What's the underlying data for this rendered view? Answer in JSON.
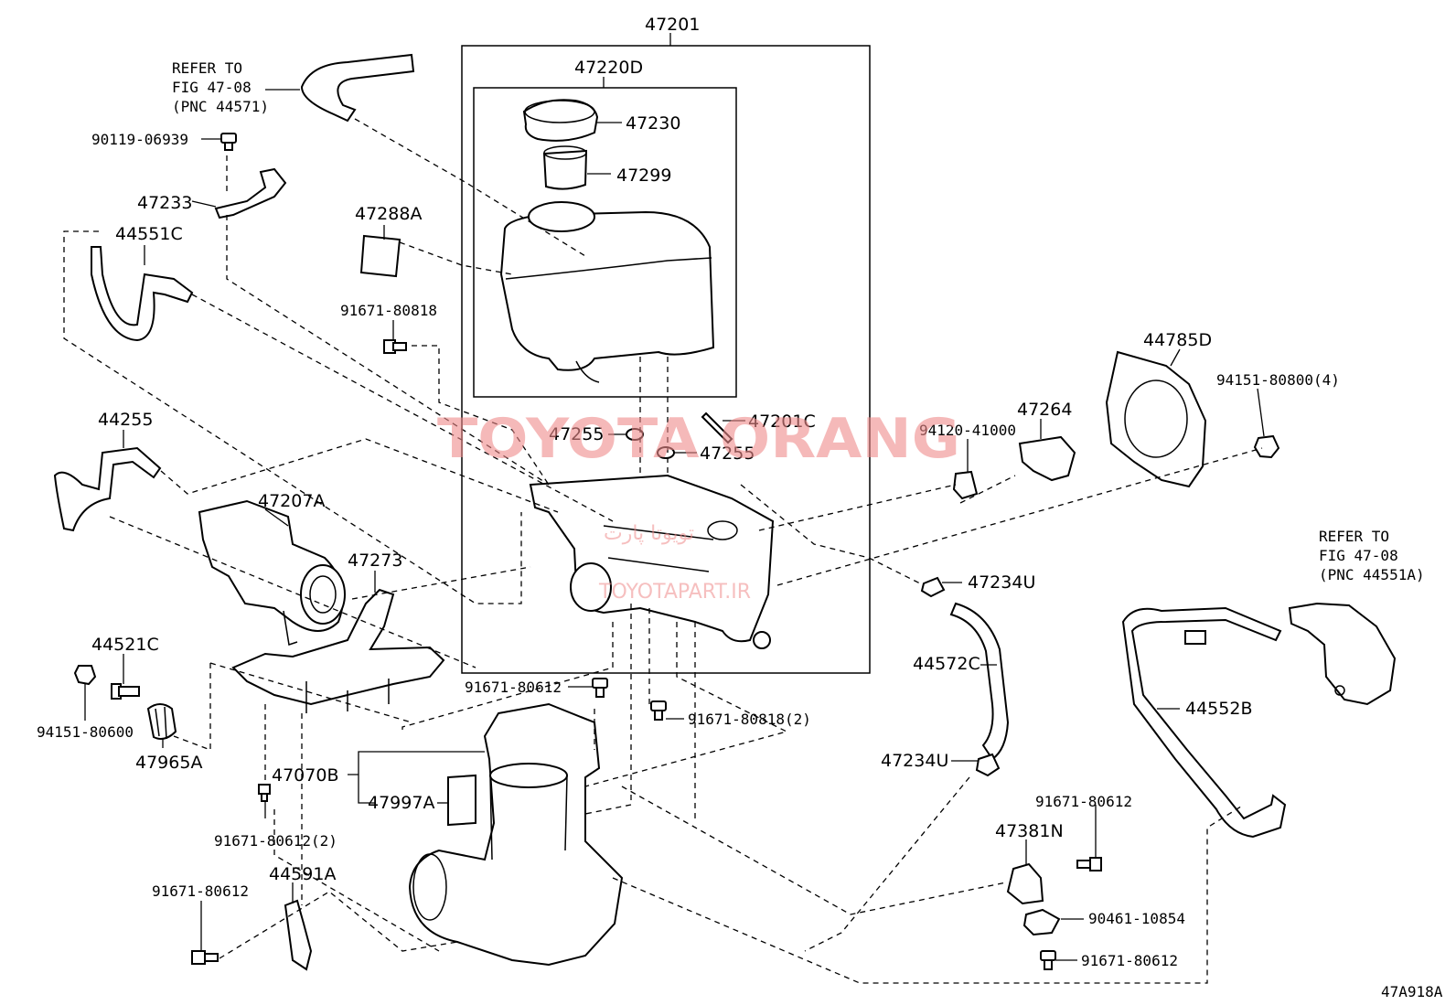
{
  "labels": {
    "l47201": "47201",
    "l47220D": "47220D",
    "l47230": "47230",
    "l47299": "47299",
    "l47288A": "47288A",
    "l91671_80818_top": "91671-80818",
    "l47255_a": "47255",
    "l47255_b": "47255",
    "l47201C": "47201C",
    "refer1_line1": "REFER TO",
    "refer1_line2": "FIG 47-08",
    "refer1_line3": "(PNC 44571)",
    "l90119": "90119-06939",
    "l47233": "47233",
    "l44551C": "44551C",
    "l44255": "44255",
    "l47207A": "47207A",
    "l47273": "47273",
    "l44521C": "44521C",
    "l94151_80600": "94151-80600",
    "l47965A": "47965A",
    "l47070B": "47070B",
    "l47997A": "47997A",
    "l91671_80612_2": "91671-80612(2)",
    "l91671_80612_mid": "91671-80612",
    "l91671_80818_2": "91671-80818(2)",
    "l91671_80612_bl": "91671-80612",
    "l44591A": "44591A",
    "l44785D": "44785D",
    "l94151_80800": "94151-80800(4)",
    "l47264": "47264",
    "l94120": "94120-41000",
    "l47234U_a": "47234U",
    "l44572C": "44572C",
    "l47234U_b": "47234U",
    "refer2_line1": "REFER TO",
    "refer2_line2": "FIG 47-08",
    "refer2_line3": "(PNC 44551A)",
    "l44552B": "44552B",
    "l91671_80612_r": "91671-80612",
    "l47381N": "47381N",
    "l90461": "90461-10854",
    "l91671_80612_br": "91671-80612",
    "figure_code": "47A918A"
  },
  "watermark": {
    "main": "TOYOTA ORANG",
    "arabic": "تويوتا پارت",
    "site": "TOYOTAPART.IR",
    "color": "#ef8a8a"
  }
}
